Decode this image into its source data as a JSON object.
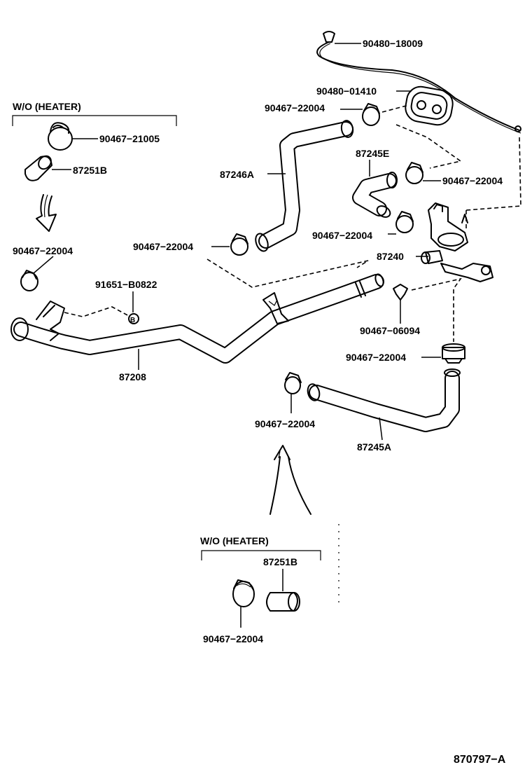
{
  "groups": {
    "wo_heater_top": "W/O (HEATER)",
    "wo_heater_bottom": "W/O (HEATER)"
  },
  "labels": {
    "p_90480_18009": "90480−18009",
    "p_90480_01410": "90480−01410",
    "p_90467_22004_a": "90467−22004",
    "p_90467_21005": "90467−21005",
    "p_87251b_top": "87251B",
    "p_87246a": "87246A",
    "p_87245e": "87245E",
    "p_90467_22004_b": "90467−22004",
    "p_90467_22004_c": "90467−22004",
    "p_90467_22004_d": "90467−22004",
    "p_90467_22004_e": "90467−22004",
    "p_87240": "87240",
    "p_91651_b0822": "91651−B0822",
    "p_90467_06094": "90467−06094",
    "p_90467_22004_f": "90467−22004",
    "p_87208": "87208",
    "p_90467_22004_g": "90467−22004",
    "p_87245a": "87245A",
    "p_87251b_bottom": "87251B",
    "p_90467_22004_h": "90467−22004"
  },
  "bolt_mark": "B",
  "figure_code": "870797−A"
}
